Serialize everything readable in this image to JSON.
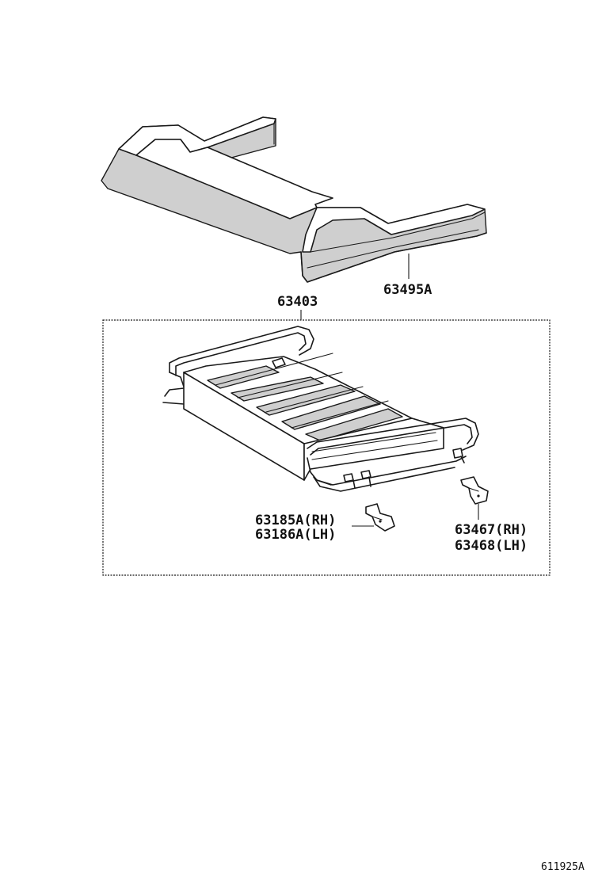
{
  "diagram": {
    "parts": {
      "cushion_pad": {
        "number": "63495A"
      },
      "frame_assembly": {
        "number": "63403"
      },
      "bracket_front": {
        "number_rh": "63185A(RH)",
        "number_lh": "63186A(LH)"
      },
      "bracket_rear": {
        "number_rh": "63467(RH)",
        "number_lh": "63468(LH)"
      }
    },
    "reference_code": "611925A"
  }
}
